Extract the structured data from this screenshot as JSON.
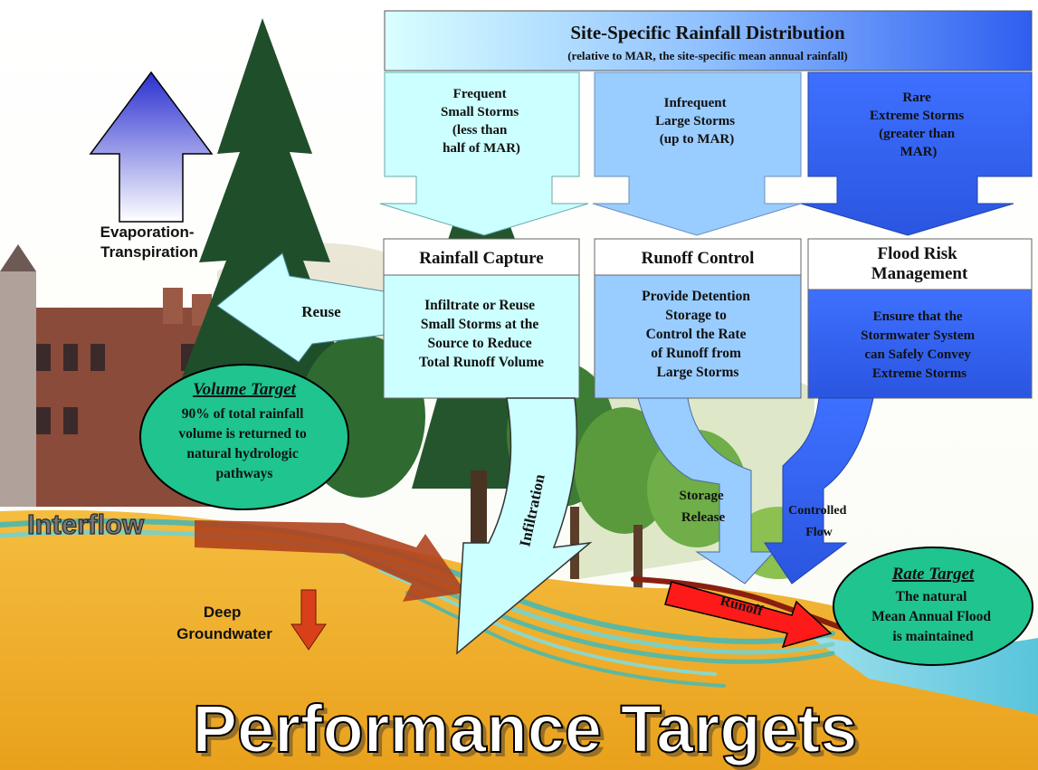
{
  "header": {
    "title": "Site-Specific Rainfall Distribution",
    "subtitle": "(relative to MAR, the site-specific mean annual rainfall)"
  },
  "storms": [
    {
      "lines": [
        "Frequent",
        "Small Storms",
        "(less than",
        "half of MAR)"
      ]
    },
    {
      "lines": [
        "Infrequent",
        "Large Storms",
        "(up to MAR)"
      ]
    },
    {
      "lines": [
        "Rare",
        "Extreme Storms",
        "(greater than",
        "MAR)"
      ]
    }
  ],
  "strategies": [
    {
      "title_lines": [
        "Rainfall Capture"
      ],
      "body_lines": [
        "Infiltrate or Reuse",
        "Small Storms at the",
        "Source to Reduce",
        "Total Runoff Volume"
      ]
    },
    {
      "title_lines": [
        "Runoff Control"
      ],
      "body_lines": [
        "Provide Detention",
        "Storage to",
        "Control the Rate",
        "of Runoff from",
        "Large Storms"
      ]
    },
    {
      "title_lines": [
        "Flood Risk",
        "Management"
      ],
      "body_lines": [
        "Ensure that the",
        "Stormwater System",
        "can Safely Convey",
        "Extreme Storms"
      ]
    }
  ],
  "labels": {
    "evap_lines": [
      "Evaporation-",
      "Transpiration"
    ],
    "reuse": "Reuse",
    "infiltration": "Infiltration",
    "storage_lines": [
      "Storage",
      "Release"
    ],
    "controlled_lines": [
      "Controlled",
      "Flow"
    ],
    "runoff": "Runoff",
    "interflow": "Interflow",
    "deep_lines": [
      "Deep",
      "Groundwater"
    ]
  },
  "volume_target": {
    "title": "Volume Target",
    "lines": [
      "90% of total rainfall",
      "volume is returned to",
      "natural hydrologic",
      "pathways"
    ]
  },
  "rate_target": {
    "title": "Rate Target",
    "lines": [
      "The natural",
      "Mean Annual Flood",
      "is maintained"
    ]
  },
  "footer": {
    "title": "Performance Targets"
  },
  "colors": {
    "light_cyan": "#ccffff",
    "mid_blue": "#99ccff",
    "strong_blue": "#3366ff",
    "target_green": "#1fc48f",
    "ground": "#f2b233",
    "runoff_red": "#ff1a1a"
  }
}
